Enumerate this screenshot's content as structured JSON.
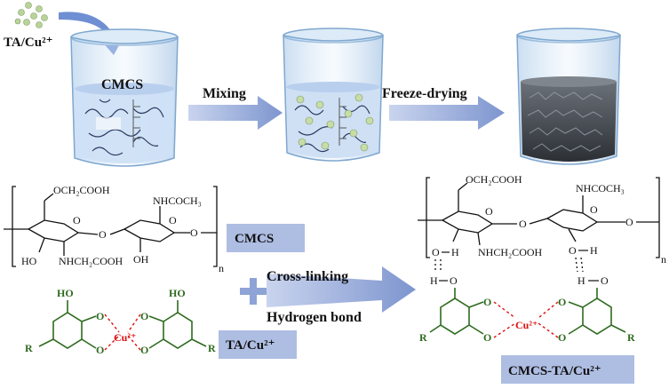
{
  "labels": {
    "ta_cu_top": "TA/Cu²⁺",
    "cmcs_beaker": "CMCS",
    "mixing": "Mixing",
    "freeze_drying": "Freeze-drying",
    "cross_linking": "Cross-linking",
    "hydrogen_bond": "Hydrogen bond",
    "cmcs_box": "CMCS",
    "ta_cu_box": "TA/Cu²⁺",
    "product_box": "CMCS-TA/Cu²⁺"
  },
  "chem": {
    "och2cooh": "OCH₂COOH",
    "nhcoch3": "NHCOCH₃",
    "nhch2cooh": "NHCH₂COOH",
    "ho": "HO",
    "oh": "OH",
    "o": "O",
    "n": "n",
    "r": "R",
    "cu": "Cu²⁺",
    "h": "H"
  },
  "colors": {
    "arrow": "#8ea3d6",
    "label_box": "#aebde2",
    "tannin_green": "#2e6b1f",
    "coordination_red": "#dd1111",
    "liquid": "#cfe0f5",
    "dried_gel": "#3b3f44"
  }
}
